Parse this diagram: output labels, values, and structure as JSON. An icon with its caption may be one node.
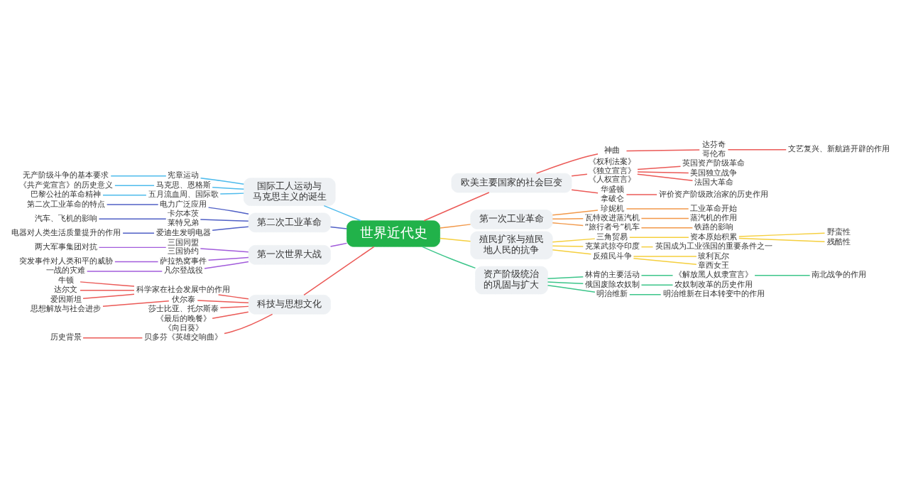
{
  "diagram": {
    "nodes": [
      {
        "text": [
          "世界近代史"
        ]
      },
      {
        "text": [
          "欧美主要国家的社会巨变"
        ]
      },
      {
        "text": [
          "神曲"
        ]
      },
      {
        "text": [
          "达芬奇",
          "哥伦布"
        ]
      },
      {
        "text": [
          "文艺复兴、新航路开辟的作用"
        ]
      },
      {
        "text": [
          "《权利法案》",
          "《独立宣言》",
          "《人权宣言》"
        ]
      },
      {
        "text": [
          "英国资产阶级革命"
        ]
      },
      {
        "text": [
          "美国独立战争"
        ]
      },
      {
        "text": [
          "法国大革命"
        ]
      },
      {
        "text": [
          "华盛顿",
          "拿破仑"
        ]
      },
      {
        "text": [
          "评价资产阶级政治家的历史作用"
        ]
      },
      {
        "text": [
          "第一次工业革命"
        ]
      },
      {
        "text": [
          "珍妮机"
        ]
      },
      {
        "text": [
          "工业革命开始"
        ]
      },
      {
        "text": [
          "瓦特改进蒸汽机"
        ]
      },
      {
        "text": [
          "蒸汽机的作用"
        ]
      },
      {
        "text": [
          "“旅行者号”机车"
        ]
      },
      {
        "text": [
          "铁路的影响"
        ]
      },
      {
        "text": [
          "殖民扩张与殖民地人民的抗争"
        ]
      },
      {
        "text": [
          "三角贸易"
        ]
      },
      {
        "text": [
          "资本原始积累"
        ]
      },
      {
        "text": [
          "野蛮性"
        ]
      },
      {
        "text": [
          "残酷性"
        ]
      },
      {
        "text": [
          "克莱武掠夺印度"
        ]
      },
      {
        "text": [
          "英国成为工业强国的重要条件之一"
        ]
      },
      {
        "text": [
          "反殖民斗争"
        ]
      },
      {
        "text": [
          "玻利瓦尔"
        ]
      },
      {
        "text": [
          "章西女王"
        ]
      },
      {
        "text": [
          "资产阶级统治的巩固与扩大"
        ]
      },
      {
        "text": [
          "林肯的主要活动"
        ]
      },
      {
        "text": [
          "《解放黑人奴隶宣言》"
        ]
      },
      {
        "text": [
          "南北战争的作用"
        ]
      },
      {
        "text": [
          "俄国废除农奴制"
        ]
      },
      {
        "text": [
          "农奴制改革的历史作用"
        ]
      },
      {
        "text": [
          "明治维新"
        ]
      },
      {
        "text": [
          "明治维新在日本转变中的作用"
        ]
      },
      {
        "text": [
          "国际工人运动与马克思主义的诞生"
        ]
      },
      {
        "text": [
          "宪章运动"
        ]
      },
      {
        "text": [
          "无产阶级斗争的基本要求"
        ]
      },
      {
        "text": [
          "马克思、恩格斯"
        ]
      },
      {
        "text": [
          "《共产党宣言》的历史意义"
        ]
      },
      {
        "text": [
          "五月流血周、国际歌"
        ]
      },
      {
        "text": [
          "巴黎公社的革命精神"
        ]
      },
      {
        "text": [
          "第二次工业革命"
        ]
      },
      {
        "text": [
          "电力广泛应用"
        ]
      },
      {
        "text": [
          "第二次工业革命的特点"
        ]
      },
      {
        "text": [
          "卡尔本茨",
          "莱特兄弟"
        ]
      },
      {
        "text": [
          "汽车、飞机的影响"
        ]
      },
      {
        "text": [
          "爱迪生发明电器"
        ]
      },
      {
        "text": [
          "电器对人类生活质量提升的作用"
        ]
      },
      {
        "text": [
          "第一次世界大战"
        ]
      },
      {
        "text": [
          "三国同盟",
          "三国协约"
        ]
      },
      {
        "text": [
          "两大军事集团对抗"
        ]
      },
      {
        "text": [
          "萨拉热窝事件"
        ]
      },
      {
        "text": [
          "突发事件对人类和平的威胁"
        ]
      },
      {
        "text": [
          "凡尔登战役"
        ]
      },
      {
        "text": [
          "一战的灾难"
        ]
      },
      {
        "text": [
          "科技与思想文化"
        ]
      },
      {
        "text": [
          "科学家在社会发展中的作用"
        ]
      },
      {
        "text": [
          "牛顿"
        ]
      },
      {
        "text": [
          "达尔文"
        ]
      },
      {
        "text": [
          "爱因斯坦"
        ]
      },
      {
        "text": [
          "伏尔泰"
        ]
      },
      {
        "text": [
          "思想解放与社会进步"
        ]
      },
      {
        "text": [
          "莎士比亚、托尔斯泰"
        ]
      },
      {
        "text": [
          "《最后的晚餐》",
          "《向日葵》"
        ]
      },
      {
        "text": [
          "贝多芬《英雄交响曲》"
        ]
      },
      {
        "text": [
          "历史背景"
        ]
      }
    ],
    "edges": [
      {
        "from": 0,
        "to": 1,
        "arrow": "none"
      },
      {
        "from": 1,
        "to": 2,
        "arrow": "none"
      },
      {
        "from": 2,
        "to": 3,
        "arrow": "none"
      },
      {
        "from": 3,
        "to": 4,
        "arrow": "none"
      },
      {
        "from": 1,
        "to": 5,
        "arrow": "none"
      },
      {
        "from": 5,
        "to": 6,
        "arrow": "none"
      },
      {
        "from": 5,
        "to": 7,
        "arrow": "none"
      },
      {
        "from": 5,
        "to": 8,
        "arrow": "none"
      },
      {
        "from": 1,
        "to": 9,
        "arrow": "none"
      },
      {
        "from": 9,
        "to": 10,
        "arrow": "none"
      },
      {
        "from": 0,
        "to": 11,
        "arrow": "none",
        "color": "#f2994a"
      },
      {
        "from": 11,
        "to": 12,
        "arrow": "none",
        "color": "#f2994a"
      },
      {
        "from": 12,
        "to": 13,
        "arrow": "none",
        "color": "#f2994a"
      },
      {
        "from": 11,
        "to": 14,
        "arrow": "none",
        "color": "#f2994a"
      },
      {
        "from": 14,
        "to": 15,
        "arrow": "none",
        "color": "#f2994a"
      },
      {
        "from": 11,
        "to": 16,
        "arrow": "none",
        "color": "#f2994a"
      },
      {
        "from": 16,
        "to": 17,
        "arrow": "none",
        "color": "#f2994a"
      },
      {
        "from": 0,
        "to": 18,
        "arrow": "none",
        "color": "#f5cf3e"
      },
      {
        "from": 18,
        "to": 19,
        "arrow": "none",
        "color": "#f5cf3e"
      },
      {
        "from": 19,
        "to": 20,
        "arrow": "none",
        "color": "#f5cf3e"
      },
      {
        "from": 20,
        "to": 21,
        "arrow": "none",
        "color": "#f5cf3e"
      },
      {
        "from": 20,
        "to": 22,
        "arrow": "none",
        "color": "#f5cf3e"
      },
      {
        "from": 18,
        "to": 23,
        "arrow": "none",
        "color": "#f5cf3e"
      },
      {
        "from": 23,
        "to": 24,
        "arrow": "none",
        "color": "#f5cf3e"
      },
      {
        "from": 18,
        "to": 25,
        "arrow": "none",
        "color": "#f5cf3e"
      },
      {
        "from": 25,
        "to": 26,
        "arrow": "none",
        "color": "#f5cf3e"
      },
      {
        "from": 25,
        "to": 27,
        "arrow": "none",
        "color": "#f5cf3e"
      },
      {
        "from": 0,
        "to": 28,
        "arrow": "none",
        "color": "#3cc58a"
      },
      {
        "from": 28,
        "to": 29,
        "arrow": "none",
        "color": "#3cc58a"
      },
      {
        "from": 29,
        "to": 30,
        "arrow": "none",
        "color": "#3cc58a"
      },
      {
        "from": 30,
        "to": 31,
        "arrow": "none",
        "color": "#3cc58a"
      },
      {
        "from": 28,
        "to": 32,
        "arrow": "none",
        "color": "#3cc58a"
      },
      {
        "from": 32,
        "to": 33,
        "arrow": "none",
        "color": "#3cc58a"
      },
      {
        "from": 28,
        "to": 34,
        "arrow": "none",
        "color": "#3cc58a"
      },
      {
        "from": 34,
        "to": 35,
        "arrow": "none",
        "color": "#3cc58a"
      },
      {
        "from": 0,
        "to": 36,
        "arrow": "none",
        "color": "#4fbbec"
      },
      {
        "from": 36,
        "to": 37,
        "arrow": "none",
        "color": "#4fbbec"
      },
      {
        "from": 37,
        "to": 38,
        "arrow": "none",
        "color": "#4fbbec"
      },
      {
        "from": 36,
        "to": 39,
        "arrow": "none",
        "color": "#4fbbec"
      },
      {
        "from": 39,
        "to": 40,
        "arrow": "none",
        "color": "#4fbbec"
      },
      {
        "from": 36,
        "to": 41,
        "arrow": "none",
        "color": "#4fbbec"
      },
      {
        "from": 41,
        "to": 42,
        "arrow": "none",
        "color": "#4fbbec"
      },
      {
        "from": 0,
        "to": 43,
        "arrow": "none",
        "color": "#5060c6"
      },
      {
        "from": 43,
        "to": 44,
        "arrow": "none",
        "color": "#5060c6"
      },
      {
        "from": 44,
        "to": 45,
        "arrow": "none",
        "color": "#5060c6"
      },
      {
        "from": 43,
        "to": 46,
        "arrow": "none",
        "color": "#5060c6"
      },
      {
        "from": 46,
        "to": 47,
        "arrow": "none",
        "color": "#5060c6"
      },
      {
        "from": 43,
        "to": 48,
        "arrow": "none",
        "color": "#5060c6"
      },
      {
        "from": 48,
        "to": 49,
        "arrow": "none",
        "color": "#5060c6"
      },
      {
        "from": 0,
        "to": 50,
        "arrow": "none",
        "color": "#a25cdb"
      },
      {
        "from": 50,
        "to": 51,
        "arrow": "none",
        "color": "#a25cdb"
      },
      {
        "from": 51,
        "to": 52,
        "arrow": "none",
        "color": "#a25cdb"
      },
      {
        "from": 50,
        "to": 53,
        "arrow": "none",
        "color": "#a25cdb"
      },
      {
        "from": 53,
        "to": 54,
        "arrow": "none",
        "color": "#a25cdb"
      },
      {
        "from": 50,
        "to": 55,
        "arrow": "none",
        "color": "#a25cdb"
      },
      {
        "from": 55,
        "to": 56,
        "arrow": "none",
        "color": "#a25cdb"
      },
      {
        "from": 0,
        "to": 57,
        "arrow": "none"
      },
      {
        "from": 57,
        "to": 58,
        "arrow": "none"
      },
      {
        "from": 58,
        "to": 59,
        "arrow": "none"
      },
      {
        "from": 58,
        "to": 60,
        "arrow": "none"
      },
      {
        "from": 58,
        "to": 61,
        "arrow": "none"
      },
      {
        "from": 57,
        "to": 62,
        "arrow": "none"
      },
      {
        "from": 62,
        "to": 63,
        "arrow": "none"
      },
      {
        "from": 57,
        "to": 64,
        "arrow": "none"
      },
      {
        "from": 57,
        "to": 65,
        "arrow": "none"
      },
      {
        "from": 57,
        "to": 66,
        "arrow": "none"
      },
      {
        "from": 66,
        "to": 67,
        "arrow": "none"
      }
    ]
  }
}
